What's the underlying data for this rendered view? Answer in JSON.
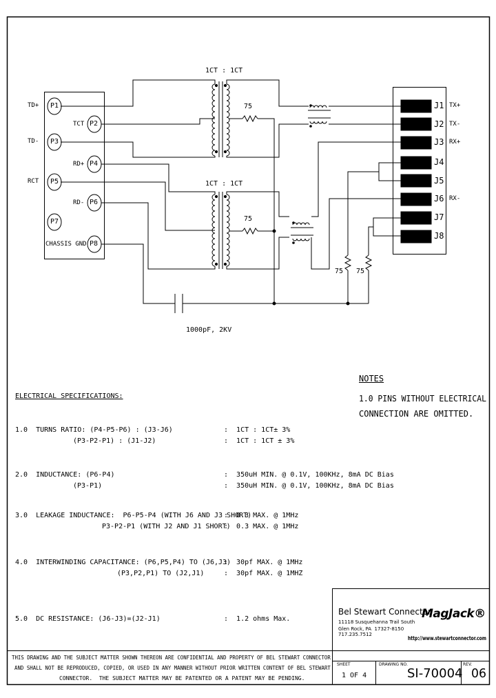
{
  "schematic": {
    "left_pins": {
      "p1": "P1",
      "p2": "P2",
      "p3": "P3",
      "p4": "P4",
      "p5": "P5",
      "p6": "P6",
      "p7": "P7",
      "p8": "P8"
    },
    "left_labels": {
      "td_plus": "TD+",
      "td_minus": "TD-",
      "tct": "TCT",
      "rd_plus": "RD+",
      "rct": "RCT",
      "rd_minus": "RD-",
      "chassis": "CHASSIS GND"
    },
    "transformer_top": "1CT : 1CT",
    "transformer_bottom": "1CT : 1CT",
    "res_top": "75",
    "res_bottom": "75",
    "res_left": "75",
    "res_right": "75",
    "capacitor": "1000pF, 2KV",
    "right_pins": [
      "J1",
      "J2",
      "J3",
      "J4",
      "J5",
      "J6",
      "J7",
      "J8"
    ],
    "right_labels": {
      "tx_plus": "TX+",
      "tx_minus": "TX-",
      "rx_plus": "RX+",
      "rx_minus": "RX-"
    }
  },
  "notes": {
    "title": "NOTES",
    "line1": "1.0 PINS WITHOUT ELECTRICAL",
    "line2": "CONNECTION ARE OMITTED."
  },
  "specs": {
    "title": "ELECTRICAL SPECIFICATIONS:",
    "rows": [
      {
        "label": "1.0  TURNS RATIO: (P4-P5-P6) : (J3-J6)",
        "value": ":  1CT : 1CT± 3%"
      },
      {
        "label": "(P3-P2-P1) : (J1-J2)",
        "value": ":  1CT : 1CT ± 3%"
      },
      {
        "label": "2.0  INDUCTANCE: (P6-P4)",
        "value": ":  350uH MIN. @ 0.1V, 100KHz, 8mA DC Bias"
      },
      {
        "label": "(P3-P1)",
        "value": ":  350uH MIN. @ 0.1V, 100KHz, 8mA DC Bias"
      },
      {
        "label": "3.0  LEAKAGE INDUCTANCE:  P6-P5-P4 (WITH J6 AND J3 SHORT)",
        "value": ":  0.3 MAX. @ 1MHz"
      },
      {
        "label": "P3-P2-P1 (WITH J2 AND J1 SHORT)",
        "value": ":  0.3 MAX. @ 1MHz"
      },
      {
        "label": "4.0  INTERWINDING CAPACITANCE: (P6,P5,P4) TO (J6,J3)",
        "value": ":  30pf MAX. @ 1MHz"
      },
      {
        "label": "(P3,P2,P1) TO (J2,J1)",
        "value": ":  30pf MAX. @ 1MHZ"
      },
      {
        "label": "5.0  DC RESISTANCE: (J6-J3)=(J2-J1)",
        "value": ":  1.2 ohms Max."
      }
    ]
  },
  "title_block": {
    "company": "Bel Stewart Connector",
    "address1": "11118 Susquehanna Trail South",
    "address2": "Glen Rock, PA  17327-8150",
    "phone": "717.235.7512",
    "logo": "MagJack®",
    "website": "http://www.stewartconnector.com",
    "sheet_label": "SHEET",
    "sheet_value": "1 OF 4",
    "drawing_label": "DRAWING NO.",
    "drawing_value": "SI-70004",
    "rev_label": "REV.",
    "rev_value": "06",
    "confidential1": "THIS DRAWING AND THE SUBJECT MATTER SHOWN THEREON ARE CONFIDENTIAL AND PROPERTY OF BEL STEWART CONNECTOR",
    "confidential2": "AND SHALL NOT BE REPRODUCED, COPIED, OR USED IN ANY MANNER WITHOUT PRIOR WRITTEN CONTENT OF BEL STEWART",
    "confidential3": "CONNECTOR.  THE SUBJECT MATTER MAY BE PATENTED OR A PATENT MAY BE PENDING."
  }
}
